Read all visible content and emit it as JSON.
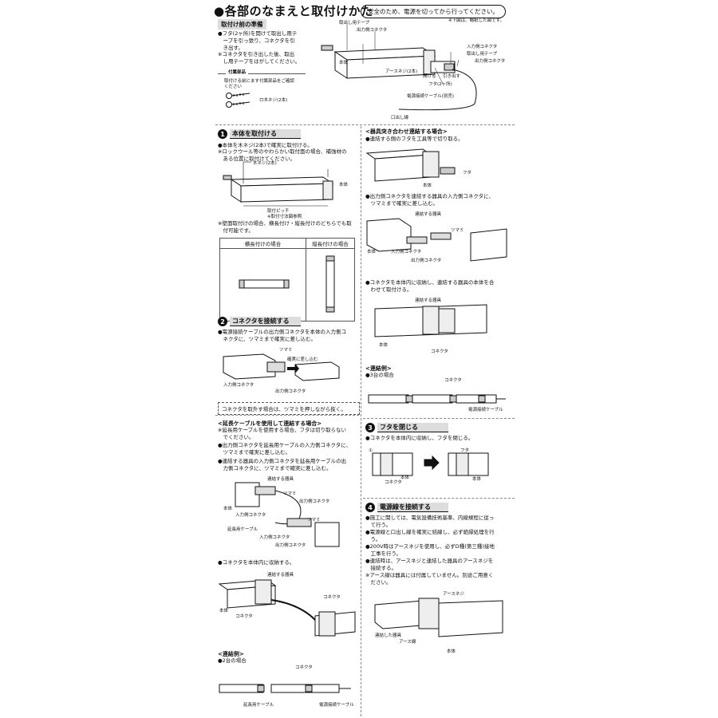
{
  "header": {
    "title": "●各部のなまえと取付けかた",
    "notice": "安全のため、電源を切ってから行ってください。",
    "figure_note": "※下図は、略紙した図です。"
  },
  "prep": {
    "label": "取付け前の準備",
    "text1": "●フタ(2ヶ所)を開けて取出し用テ\n　ープを引っ張り、コネクタを引\n　き出す。",
    "text2": "※コネクタを引き出した後、取出\n　し用テープをはがしてください。",
    "parts_title": "付属部品",
    "parts_text": "取付ける前にます付属部品をご確認\nください",
    "parts_screw": "ロ木ネジ(2本)",
    "labels": {
      "tape": "取出し用テープ",
      "out_conn": "出力側コネクタ",
      "body": "本体",
      "ground": "アースネジ(2本)",
      "open": "開ける",
      "pull": "引き出す",
      "lid": "フタ(2ヶ所)",
      "in_conn": "入力側コネクタ",
      "tape2": "取出し用テープ",
      "out_conn2": "出力側コネクタ",
      "cable": "電源接続ケーブル(別売)",
      "outlet": "口出し線"
    }
  },
  "step1": {
    "num": "1",
    "label": "本体を取付ける",
    "text1": "●本体を木ネジ(2本)で確実に取付ける。",
    "text2": "※ロックウール等のやわらかい取付面の場合、補強材の\n　ある位置に取付けてください。",
    "labels": {
      "screw": "木ネジ(2本)",
      "body": "本体",
      "pitch": "取付ピッチ\n※取付寸法図参照"
    },
    "text3": "※壁面取付けの場合、横長付け・縦長付けのどちらでも取\n　付可能です。",
    "table_h1": "横長付けの場合",
    "table_h2": "縦長付けの場合"
  },
  "step2": {
    "num": "2",
    "label": "コネクタを接続する",
    "text1": "●電源接続ケーブルの出力側コネクタを本体の入力側コ\n　ネクタに、ツマミまで確実に差し込む。",
    "labels": {
      "knob": "ツマミ",
      "push": "確実に差し込む",
      "in_conn": "入力側コネクタ",
      "out_conn": "出力側コネクタ"
    },
    "remove_note": "コネクタを取外す場合は、ツマミを押しながら抜く。"
  },
  "ext": {
    "heading": "<延長ケーブルを使用して連結する場合>",
    "text1": "※延長用ケーブルを使用する場合、フタは切り取らない\n　でください。",
    "text2": "●出力側コネクタを延長用ケーブルの入力側コネクタに、\n　ツマミまで確実に差し込む。",
    "text3": "●連結する器具の入力側コネクタを延長用ケーブルの出\n　力側コネクタに、ツマミまで確実に差し込む。",
    "labels": {
      "fixture": "連結する器具",
      "knob": "ツマミ",
      "out_conn": "出力側コネクタ",
      "body": "本体",
      "in_conn": "入力側コネクタ",
      "ext_cable": "延長用ケーブル",
      "knob2": "ツマミ",
      "in_conn2": "入力側コネクタ",
      "out_conn2": "出力側コネクタ"
    },
    "text4": "●コネクタを本体内に収納する。",
    "labels2": {
      "fixture": "連結する器具",
      "conn": "コネクタ",
      "body": "本体",
      "conn2": "コネクタ"
    }
  },
  "example2": {
    "heading": "<連結例>",
    "sub": "●2台の場合",
    "conn": "コネクタ",
    "ext_cable": "延長用ケーブル",
    "power_cable": "電源接続ケーブル"
  },
  "butt": {
    "heading": "<器具突き合わせ連結する場合>",
    "text1": "●連結する側のフタを工具等で切り取る。",
    "labels1": {
      "lid": "フタ",
      "body": "本体"
    },
    "text2": "●出力側コネクタを連結する器具の入力側コネクタに、\n　ツマミまで確実に差し込む。",
    "labels2": {
      "fixture": "連結する器具",
      "knob": "ツマミ",
      "body": "本体",
      "in_conn": "入力側コネクタ",
      "out_conn": "出力側コネクタ"
    },
    "text3": "●コネクタを本体内に収納し、連結する器具の本体を合\n　わせて取付ける。",
    "labels3": {
      "fixture": "連結する器具",
      "body": "本体",
      "conn": "コネクタ"
    }
  },
  "example3": {
    "heading": "<連結例>",
    "sub": "●3台の場合",
    "conn": "コネクタ",
    "power_cable": "電源接続ケーブル"
  },
  "step3": {
    "num": "3",
    "label": "フタを閉じる",
    "text1": "●コネクタを本体内に収納し、フタを閉じる。",
    "circled": "①",
    "labels": {
      "conn": "コネクタ",
      "body": "本体",
      "lid": "フタ",
      "body2": "本体"
    }
  },
  "step4": {
    "num": "4",
    "label": "電源線を接続する",
    "text1": "●施工に関しては、電気設備技術基準、内線規程に従っ\n　て行う。",
    "text2": "●電源線と口出し線を確実に結線し、必ず絶縁処理を行\n　う。",
    "text3": "●200V時はアースネジを使用し、必ずD種(第三種)接地\n　工事を行う。",
    "text4": "●連結時は、アースネジと連結した器具のアースネジを\n　接続する。",
    "text5": "※アース線は器具には付属していません。別途ご用意く\n　ださい。",
    "labels": {
      "ground": "アースネジ",
      "linked": "連結した器具",
      "ground_wire": "アース線",
      "body": "本体"
    }
  }
}
